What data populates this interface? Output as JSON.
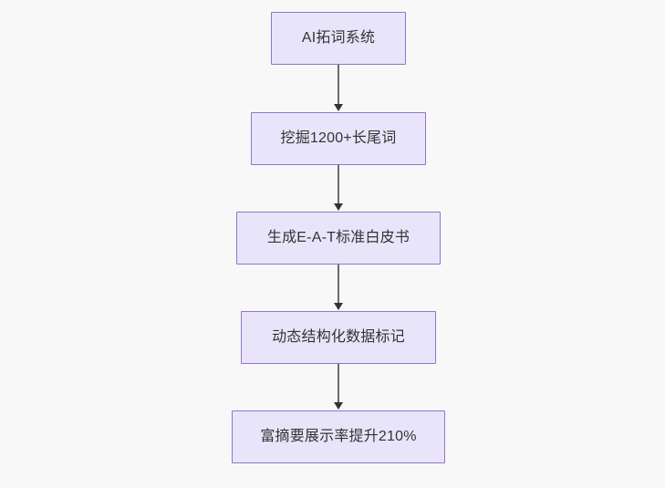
{
  "diagram": {
    "type": "flowchart",
    "direction": "top-to-bottom",
    "background_color": "#f8f8f8",
    "node_fill_color": "#e8e5fb",
    "node_border_color": "#9673c8",
    "node_text_color": "#333333",
    "edge_color": "#6b6b6b",
    "arrowhead_color": "#333333",
    "nodes": [
      {
        "id": "node-1",
        "label": "AI拓词系统"
      },
      {
        "id": "node-2",
        "label": "挖掘1200+长尾词"
      },
      {
        "id": "node-3",
        "label": "生成E-A-T标准白皮书"
      },
      {
        "id": "node-4",
        "label": "动态结构化数据标记"
      },
      {
        "id": "node-5",
        "label": "富摘要展示率提升210%"
      }
    ],
    "edges": [
      {
        "id": "edge-1",
        "from": "node-1",
        "to": "node-2",
        "label": ""
      },
      {
        "id": "edge-2",
        "from": "node-2",
        "to": "node-3",
        "label": ""
      },
      {
        "id": "edge-3",
        "from": "node-3",
        "to": "node-4",
        "label": ""
      },
      {
        "id": "edge-4",
        "from": "node-4",
        "to": "node-5",
        "label": ""
      }
    ]
  }
}
